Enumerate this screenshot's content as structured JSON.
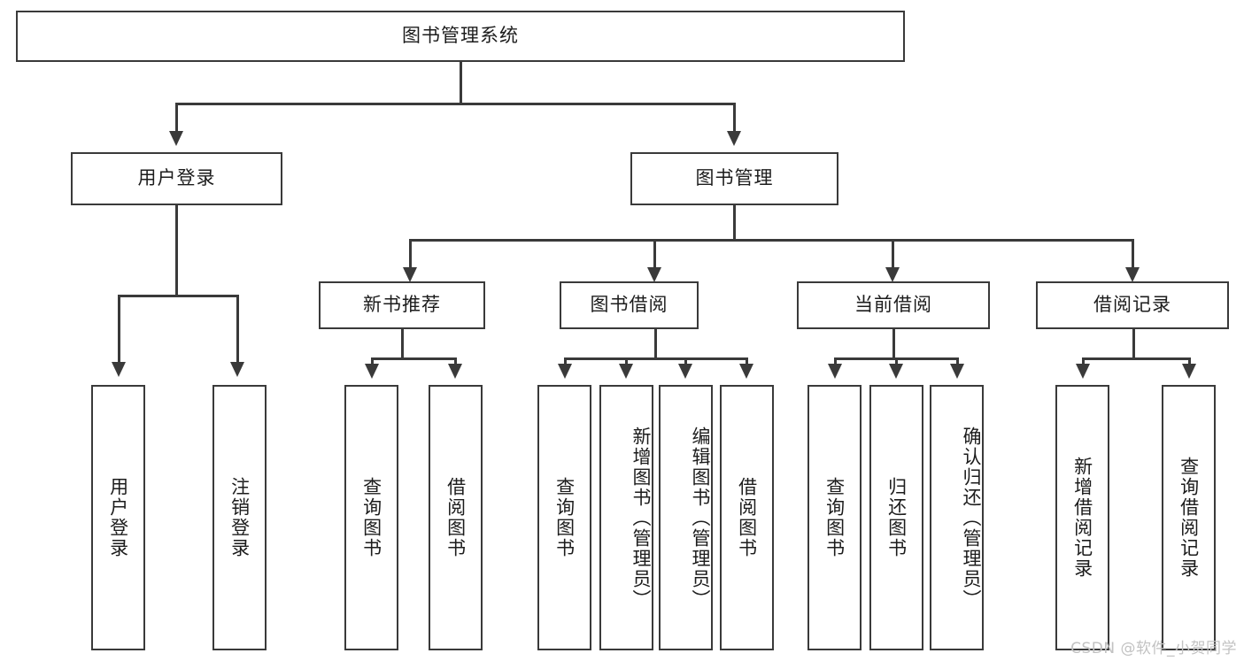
{
  "diagram": {
    "type": "tree-hierarchy",
    "title": "图书管理系统",
    "root": {
      "label": "图书管理系统"
    },
    "level1": [
      {
        "id": "user-login",
        "label": "用户登录"
      },
      {
        "id": "book-management",
        "label": "图书管理"
      }
    ],
    "level2": [
      {
        "id": "new-book-recommend",
        "label": "新书推荐",
        "parent": "book-management"
      },
      {
        "id": "book-borrow",
        "label": "图书借阅",
        "parent": "book-management"
      },
      {
        "id": "current-borrow",
        "label": "当前借阅",
        "parent": "book-management"
      },
      {
        "id": "borrow-record",
        "label": "借阅记录",
        "parent": "book-management"
      }
    ],
    "leaves": {
      "user-login": [
        {
          "id": "leaf-user-login",
          "label": "用户登录"
        },
        {
          "id": "leaf-logout",
          "label": "注销登录"
        }
      ],
      "new-book-recommend": [
        {
          "id": "leaf-query-book-1",
          "label": "查询图书"
        },
        {
          "id": "leaf-borrow-book-1",
          "label": "借阅图书"
        }
      ],
      "book-borrow": [
        {
          "id": "leaf-query-book-2",
          "label": "查询图书"
        },
        {
          "id": "leaf-add-book",
          "label": "新增图书（管理员）"
        },
        {
          "id": "leaf-edit-book",
          "label": "编辑图书（管理员）"
        },
        {
          "id": "leaf-borrow-book-2",
          "label": "借阅图书"
        }
      ],
      "current-borrow": [
        {
          "id": "leaf-query-book-3",
          "label": "查询图书"
        },
        {
          "id": "leaf-return-book",
          "label": "归还图书"
        },
        {
          "id": "leaf-confirm-return",
          "label": "确认归还（管理员）"
        }
      ],
      "borrow-record": [
        {
          "id": "leaf-add-record",
          "label": "新增借阅记录"
        },
        {
          "id": "leaf-query-record",
          "label": "查询借阅记录"
        }
      ]
    }
  },
  "watermark": {
    "text": "CSDN @软件_小贺同学"
  },
  "colors": {
    "stroke": "#3a3a3a",
    "background": "#ffffff",
    "text": "#1c1c1c",
    "watermark": "#c2c2c2"
  }
}
